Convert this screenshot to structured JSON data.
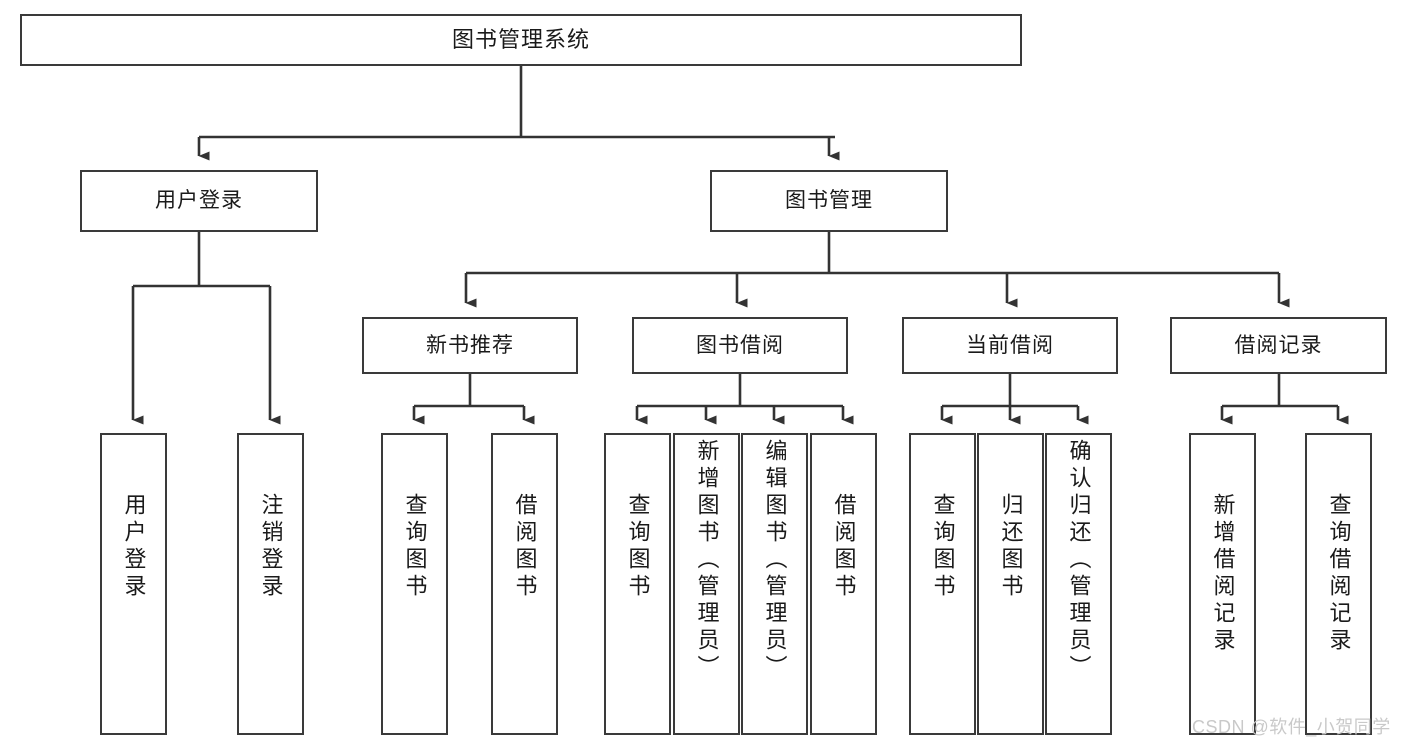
{
  "diagram": {
    "type": "hierarchy-tree",
    "title": "图书管理系统",
    "watermark": "CSDN @软件_小贺同学",
    "levels": [
      {
        "level": 1,
        "nodes": [
          {
            "id": "root",
            "label": "图书管理系统"
          }
        ]
      },
      {
        "level": 2,
        "nodes": [
          {
            "id": "login",
            "label": "用户登录",
            "parent": "root"
          },
          {
            "id": "bookmgmt",
            "label": "图书管理",
            "parent": "root"
          }
        ]
      },
      {
        "level": 3,
        "nodes": [
          {
            "id": "newbook",
            "label": "新书推荐",
            "parent": "bookmgmt"
          },
          {
            "id": "borrow",
            "label": "图书借阅",
            "parent": "bookmgmt"
          },
          {
            "id": "current",
            "label": "当前借阅",
            "parent": "bookmgmt"
          },
          {
            "id": "records",
            "label": "借阅记录",
            "parent": "bookmgmt"
          }
        ]
      },
      {
        "level": 4,
        "nodes": [
          {
            "id": "leaf1",
            "label": "用户登录",
            "parent": "login"
          },
          {
            "id": "leaf2",
            "label": "注销登录",
            "parent": "login"
          },
          {
            "id": "leaf3",
            "label": "查询图书",
            "parent": "newbook"
          },
          {
            "id": "leaf4",
            "label": "借阅图书",
            "parent": "newbook"
          },
          {
            "id": "leaf5",
            "label": "查询图书",
            "parent": "borrow"
          },
          {
            "id": "leaf6",
            "label": "新增图书（管理员）",
            "parent": "borrow"
          },
          {
            "id": "leaf7",
            "label": "编辑图书（管理员）",
            "parent": "borrow"
          },
          {
            "id": "leaf8",
            "label": "借阅图书",
            "parent": "borrow"
          },
          {
            "id": "leaf9",
            "label": "查询图书",
            "parent": "current"
          },
          {
            "id": "leaf10",
            "label": "归还图书",
            "parent": "current"
          },
          {
            "id": "leaf11",
            "label": "确认归还（管理员）",
            "parent": "current"
          },
          {
            "id": "leaf12",
            "label": "新增借阅记录",
            "parent": "records"
          },
          {
            "id": "leaf13",
            "label": "查询借阅记录",
            "parent": "records"
          }
        ]
      }
    ],
    "colors": {
      "box_border": "#3a3a3a",
      "box_fill": "#ffffff",
      "connector": "#333333",
      "text": "#1a1a1a",
      "watermark": "#c9c9c9"
    }
  }
}
